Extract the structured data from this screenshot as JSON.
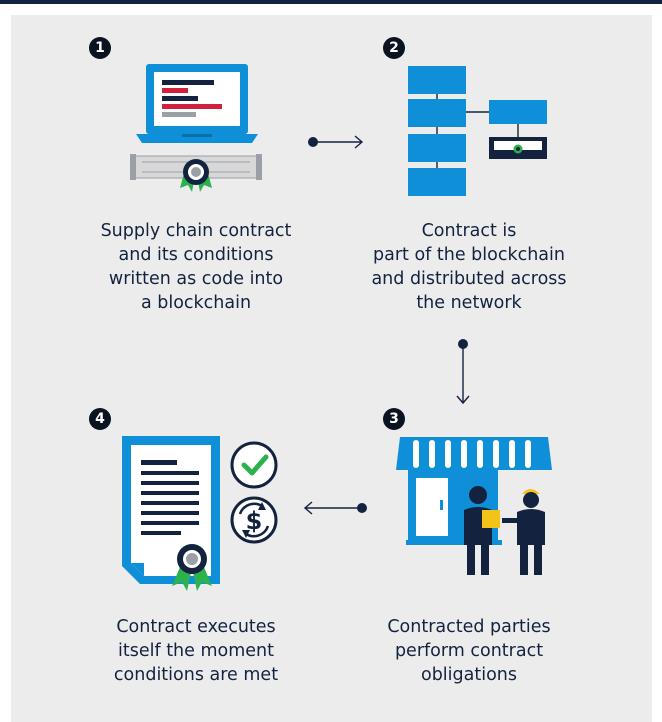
{
  "colors": {
    "blue": "#0f8fd8",
    "navy": "#13233f",
    "panel": "#ececec",
    "red": "#d21f3c",
    "green": "#2bb24c",
    "yellow": "#f3c318",
    "gray": "#9aa0a6"
  },
  "steps": [
    {
      "number": "1",
      "caption": [
        "Supply chain contract",
        "and its conditions",
        "written as code into",
        "a blockchain"
      ],
      "icon": "laptop-certificate-icon"
    },
    {
      "number": "2",
      "caption": [
        "Contract is",
        "part of the blockchain",
        "and distributed across",
        "the network"
      ],
      "icon": "blockchain-network-icon"
    },
    {
      "number": "3",
      "caption": [
        "Contracted parties",
        "perform contract",
        "obligations"
      ],
      "icon": "shop-delivery-icon"
    },
    {
      "number": "4",
      "caption": [
        "Contract executes",
        "itself the moment",
        "conditions are met"
      ],
      "icon": "executed-contract-icon"
    }
  ]
}
